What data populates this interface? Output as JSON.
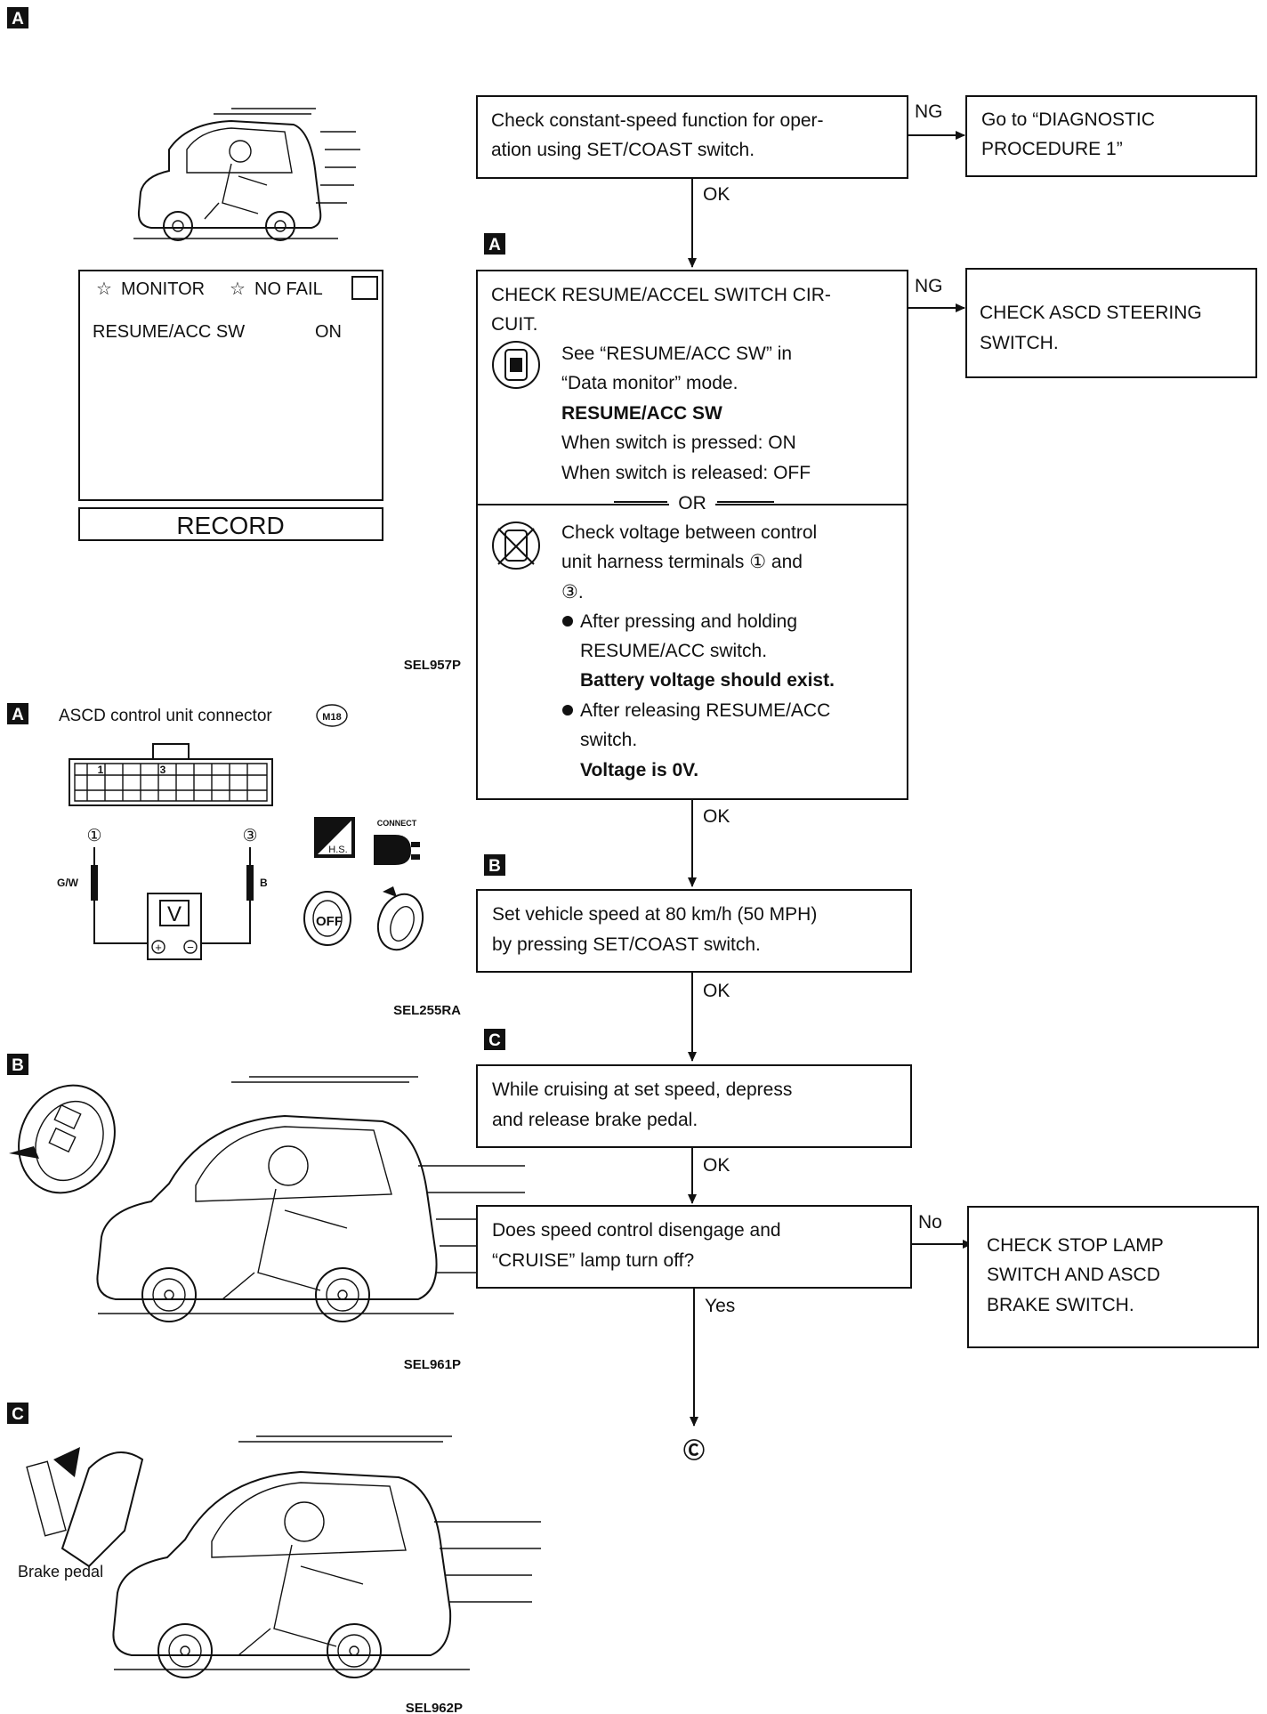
{
  "labels": {
    "A": "A",
    "B": "B",
    "C": "C"
  },
  "monitor": {
    "header_left": "MONITOR",
    "header_right": "NO FAIL",
    "row_name": "RESUME/ACC SW",
    "row_value": "ON",
    "record": "RECORD",
    "code": "SEL957P"
  },
  "connector": {
    "title": "ASCD control unit connector",
    "connector_id": "M18",
    "pin1": "1",
    "pin3": "3",
    "term1": "①",
    "term3": "③",
    "wire_left": "G/W",
    "wire_right": "B",
    "meter": "V",
    "connect_label": "CONNECT",
    "hs_label": "H.S.",
    "off_label": "OFF",
    "code": "SEL255RA"
  },
  "fig_b_code": "SEL961P",
  "fig_c": {
    "brake_label": "Brake pedal",
    "code": "SEL962P"
  },
  "flow": {
    "step1": [
      "Check constant-speed function for oper-",
      "ation using SET/COAST switch."
    ],
    "step1_ng": "NG",
    "diag1": [
      "Go to “DIAGNOSTIC",
      "PROCEDURE 1”"
    ],
    "ok1": "OK",
    "step2_title": [
      "CHECK RESUME/ACCEL SWITCH CIR-",
      "CUIT."
    ],
    "step2_ng": "NG",
    "steering": [
      "CHECK ASCD STEERING",
      "SWITCH."
    ],
    "step2_monitor": [
      "See “RESUME/ACC SW” in",
      "“Data monitor” mode."
    ],
    "step2_monitor_bold": "RESUME/ACC SW",
    "step2_pressed": "When switch is pressed: ON",
    "step2_released": "When switch is released: OFF",
    "or": "OR",
    "step2_voltage": [
      "Check voltage between control",
      "unit harness terminals ① and",
      "③."
    ],
    "bullet1": [
      "After pressing and holding",
      "RESUME/ACC switch."
    ],
    "bullet1_bold": "Battery voltage should exist.",
    "bullet2": [
      "After releasing RESUME/ACC",
      "switch."
    ],
    "bullet2_bold": "Voltage is 0V.",
    "ok2": "OK",
    "step3": [
      "Set vehicle speed at 80 km/h (50 MPH)",
      "by pressing SET/COAST switch."
    ],
    "ok3": "OK",
    "step4": [
      "While cruising at set speed, depress",
      "and release brake pedal."
    ],
    "ok4": "OK",
    "step5": [
      "Does speed control disengage and",
      "“CRUISE” lamp turn off?"
    ],
    "no": "No",
    "stoplamp": [
      "CHECK STOP LAMP",
      "SWITCH AND ASCD",
      "BRAKE SWITCH."
    ],
    "yes": "Yes",
    "end": "Ⓒ"
  }
}
